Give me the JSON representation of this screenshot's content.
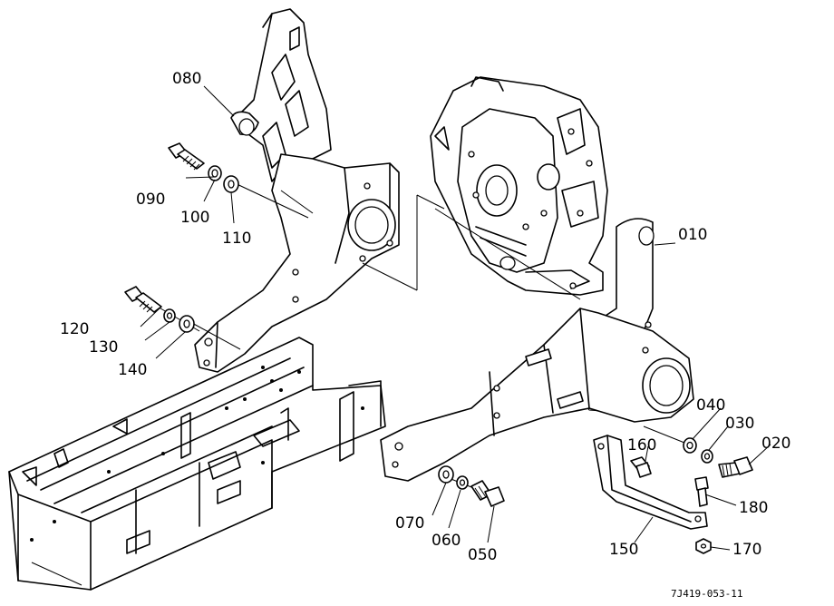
{
  "diagram": {
    "code": "7J419-053-11",
    "parts": [
      {
        "id": "p010",
        "label": "010"
      },
      {
        "id": "p020",
        "label": "020"
      },
      {
        "id": "p030",
        "label": "030"
      },
      {
        "id": "p040",
        "label": "040"
      },
      {
        "id": "p050",
        "label": "050"
      },
      {
        "id": "p060",
        "label": "060"
      },
      {
        "id": "p070",
        "label": "070"
      },
      {
        "id": "p080",
        "label": "080"
      },
      {
        "id": "p090",
        "label": "090"
      },
      {
        "id": "p100",
        "label": "100"
      },
      {
        "id": "p110",
        "label": "110"
      },
      {
        "id": "p120",
        "label": "120"
      },
      {
        "id": "p130",
        "label": "130"
      },
      {
        "id": "p140",
        "label": "140"
      },
      {
        "id": "p150",
        "label": "150"
      },
      {
        "id": "p160",
        "label": "160"
      },
      {
        "id": "p170",
        "label": "170"
      },
      {
        "id": "p180",
        "label": "180"
      }
    ]
  }
}
